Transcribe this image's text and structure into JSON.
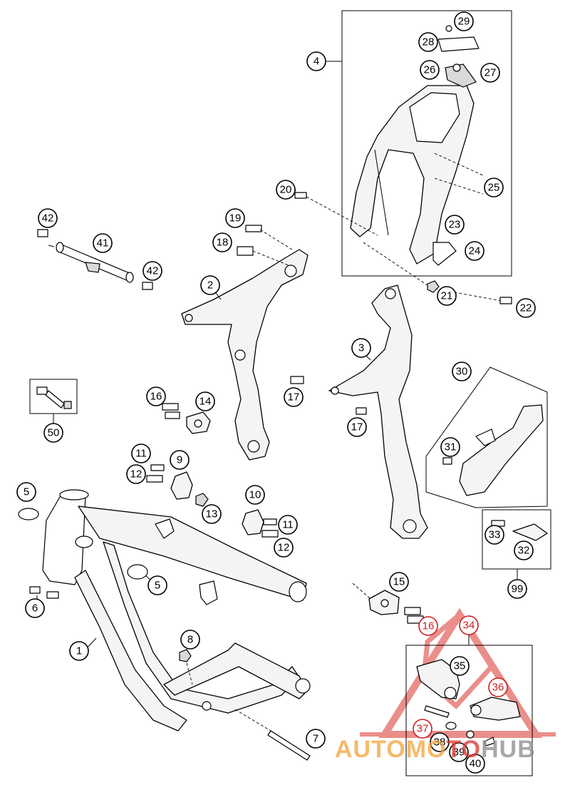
{
  "callouts": [
    {
      "id": "c1",
      "label": "1"
    },
    {
      "id": "c2",
      "label": "2"
    },
    {
      "id": "c3",
      "label": "3"
    },
    {
      "id": "c4",
      "label": "4"
    },
    {
      "id": "c5a",
      "label": "5"
    },
    {
      "id": "c5b",
      "label": "5"
    },
    {
      "id": "c6",
      "label": "6"
    },
    {
      "id": "c7",
      "label": "7"
    },
    {
      "id": "c8",
      "label": "8"
    },
    {
      "id": "c9",
      "label": "9"
    },
    {
      "id": "c10",
      "label": "10"
    },
    {
      "id": "c11a",
      "label": "11"
    },
    {
      "id": "c11b",
      "label": "11"
    },
    {
      "id": "c12a",
      "label": "12"
    },
    {
      "id": "c12b",
      "label": "12"
    },
    {
      "id": "c13",
      "label": "13"
    },
    {
      "id": "c14",
      "label": "14"
    },
    {
      "id": "c15",
      "label": "15"
    },
    {
      "id": "c16a",
      "label": "16"
    },
    {
      "id": "c16b",
      "label": "16"
    },
    {
      "id": "c17a",
      "label": "17"
    },
    {
      "id": "c17b",
      "label": "17"
    },
    {
      "id": "c18",
      "label": "18"
    },
    {
      "id": "c19",
      "label": "19"
    },
    {
      "id": "c20",
      "label": "20"
    },
    {
      "id": "c21",
      "label": "21"
    },
    {
      "id": "c22",
      "label": "22"
    },
    {
      "id": "c23",
      "label": "23"
    },
    {
      "id": "c24",
      "label": "24"
    },
    {
      "id": "c25",
      "label": "25"
    },
    {
      "id": "c26",
      "label": "26"
    },
    {
      "id": "c27",
      "label": "27"
    },
    {
      "id": "c28",
      "label": "28"
    },
    {
      "id": "c29",
      "label": "29"
    },
    {
      "id": "c30",
      "label": "30"
    },
    {
      "id": "c31",
      "label": "31"
    },
    {
      "id": "c32",
      "label": "32"
    },
    {
      "id": "c33",
      "label": "33"
    },
    {
      "id": "c34",
      "label": "34"
    },
    {
      "id": "c35",
      "label": "35"
    },
    {
      "id": "c36",
      "label": "36"
    },
    {
      "id": "c37",
      "label": "37"
    },
    {
      "id": "c38",
      "label": "38"
    },
    {
      "id": "c39",
      "label": "39"
    },
    {
      "id": "c40",
      "label": "40"
    },
    {
      "id": "c41",
      "label": "41"
    },
    {
      "id": "c42a",
      "label": "42"
    },
    {
      "id": "c42b",
      "label": "42"
    },
    {
      "id": "c50",
      "label": "50"
    },
    {
      "id": "c99",
      "label": "99"
    }
  ],
  "watermark": {
    "text_part1": "AUTOMO",
    "text_part2": "TO",
    "text_part3": "HUB",
    "color_orange": "#f2a23a",
    "color_red": "#d9322b",
    "color_gray": "#8a8a8a"
  }
}
